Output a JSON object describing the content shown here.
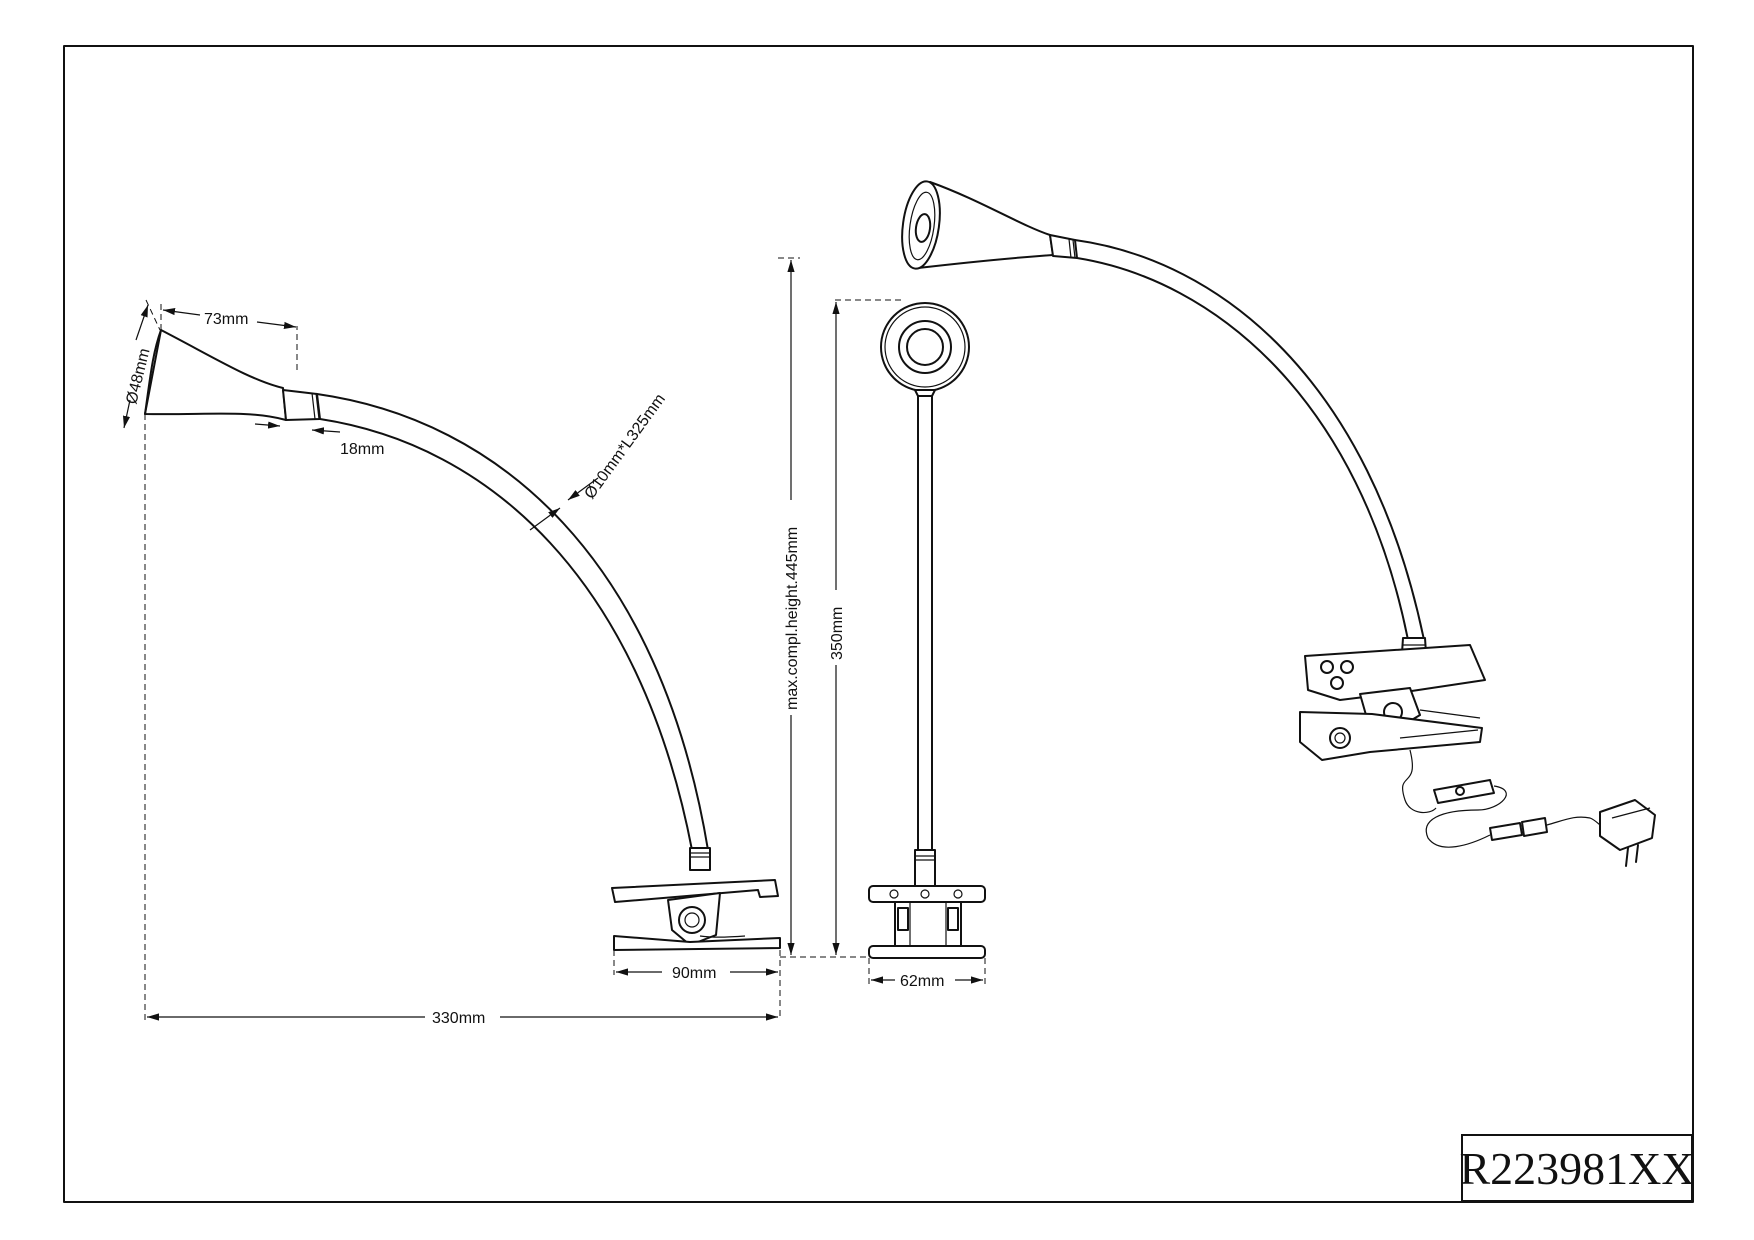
{
  "product_code": "R223981XX",
  "dimensions": {
    "head_length": "73mm",
    "head_diameter": "Ø48mm",
    "collar_length": "18mm",
    "arm": "Ø10mm*L325mm",
    "max_height": "max.compl.height.445mm",
    "height": "350mm",
    "clamp_length": "90mm",
    "clamp_width": "62mm",
    "total_length": "330mm"
  }
}
